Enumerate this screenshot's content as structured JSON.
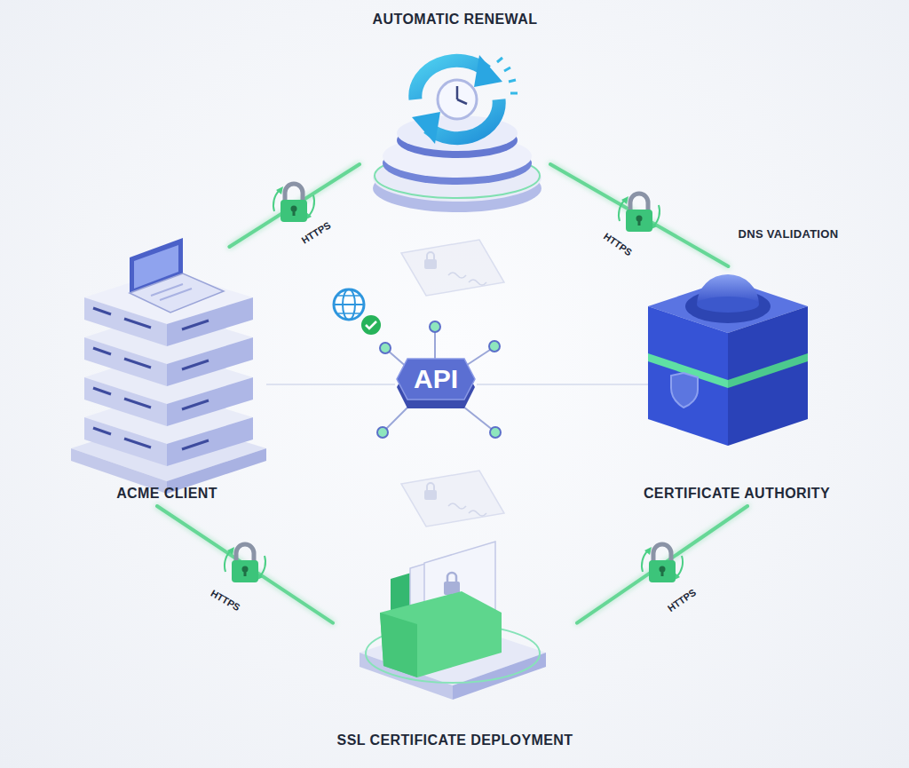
{
  "diagram": {
    "nodes": [
      {
        "text": [
          "AUTOMATIC RENEWAL"
        ]
      },
      {
        "text": [
          "ACME CLIENT"
        ]
      },
      {
        "text": [
          "API"
        ]
      },
      {
        "text": [
          "CERTIFICATE AUTHORITY"
        ]
      },
      {
        "text": [
          "SSL CERTIFICATE DEPLOYMENT"
        ]
      }
    ],
    "edges": [
      {
        "from": 1,
        "to": 0,
        "label": "HTTPS",
        "arrow": "none"
      },
      {
        "from": 0,
        "to": 3,
        "label": "HTTPS",
        "arrow": "none"
      },
      {
        "from": 3,
        "to": 4,
        "label": "HTTPS",
        "arrow": "none"
      },
      {
        "from": 4,
        "to": 1,
        "label": "HTTPS",
        "arrow": "none"
      }
    ],
    "labels": [
      "DNS VALIDATION"
    ]
  }
}
